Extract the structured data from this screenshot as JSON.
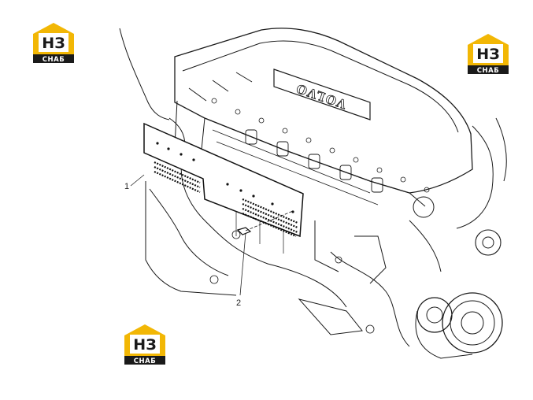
{
  "watermarks": [
    {
      "text_main": "НЗ",
      "text_sub": "СНАБ"
    },
    {
      "text_main": "НЗ",
      "text_sub": "СНАБ"
    },
    {
      "text_main": "НЗ",
      "text_sub": "СНАБ"
    }
  ],
  "diagram": {
    "brand_on_cover": "VOLVO",
    "callouts": [
      {
        "number": "1"
      },
      {
        "number": "2"
      }
    ]
  },
  "colors": {
    "logo_yellow": "#f2b705",
    "logo_dark": "#1a1a1a",
    "line": "#1a1a1a"
  }
}
